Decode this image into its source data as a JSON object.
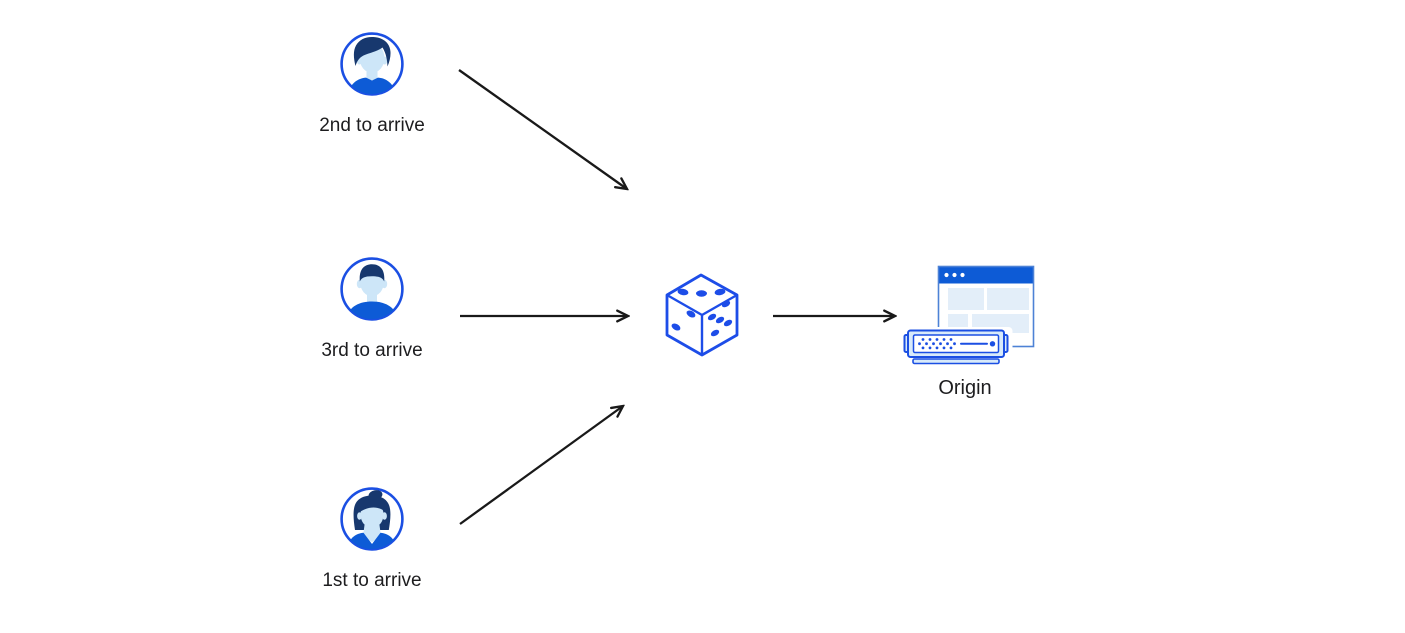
{
  "diagram": {
    "nodes": {
      "visitor_top": {
        "label": "2nd to arrive",
        "icon": "male-user-avatar"
      },
      "visitor_middle": {
        "label": "3rd to arrive",
        "icon": "male-user-avatar"
      },
      "visitor_bottom": {
        "label": "1st to arrive",
        "icon": "female-user-avatar"
      },
      "randomizer": {
        "icon": "dice"
      },
      "origin": {
        "label": "Origin",
        "icon": "origin-server-browser-window"
      }
    },
    "edges": [
      {
        "from": "visitor_top",
        "to": "randomizer"
      },
      {
        "from": "visitor_middle",
        "to": "randomizer"
      },
      {
        "from": "visitor_bottom",
        "to": "randomizer"
      },
      {
        "from": "randomizer",
        "to": "origin"
      }
    ]
  },
  "colors": {
    "background": "#ffffff",
    "accent_blue": "#0d5bd6",
    "stroke_blue": "#1b4fe3",
    "dice_blue": "#1d4de8",
    "skin_light_blue": "#cde6f8",
    "pale_blue_fill": "#e3eef9",
    "server_fill": "#d8eafa",
    "hair_navy": "#17386e",
    "window_border_blue": "#4d82d6",
    "arrow_black": "#191919",
    "text_black": "#1d1d1f"
  }
}
